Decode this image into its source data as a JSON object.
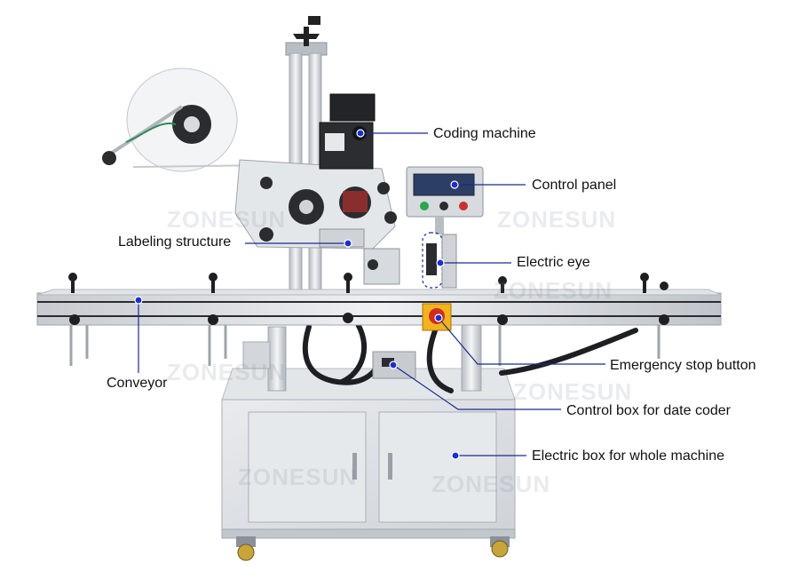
{
  "callouts": {
    "coding_machine": "Coding machine",
    "control_panel": "Control panel",
    "labeling_structure": "Labeling structure",
    "electric_eye": "Electric eye",
    "conveyor": "Conveyor",
    "emergency_stop": "Emergency stop button",
    "control_box": "Control box for date coder",
    "electric_box": "Electric box for whole machine"
  },
  "watermark": "ZONESUN",
  "colors": {
    "callout_line": "#1a2a8c",
    "callout_dot": "#1a2fd0",
    "frame": "#c9cdd2",
    "frame_dark": "#9ea4ab",
    "steel": "#dfe2e6"
  }
}
